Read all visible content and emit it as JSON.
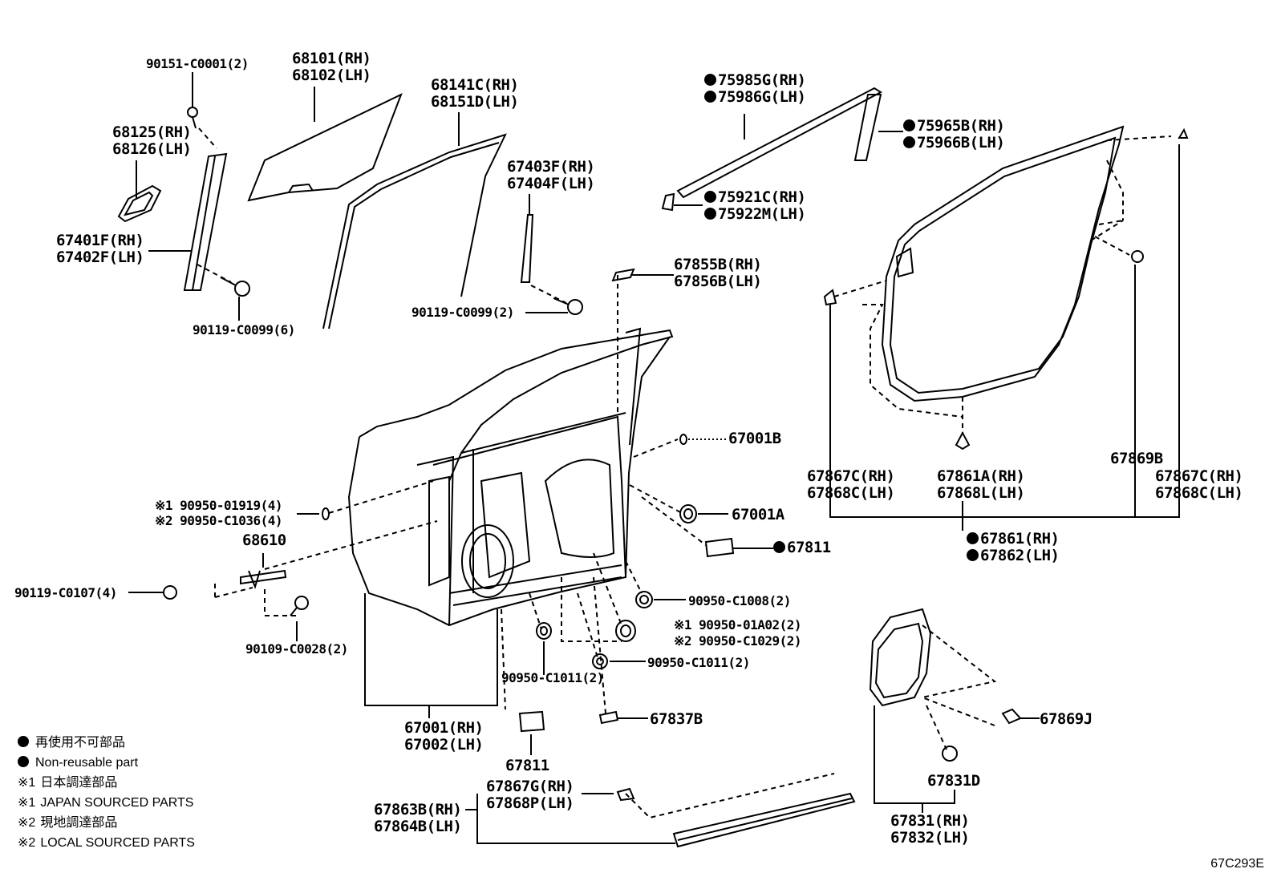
{
  "labels": {
    "p90151": "90151-C0001(2)",
    "p68101": "68101(RH)",
    "p68102": "68102(LH)",
    "p68141": "68141C(RH)",
    "p68151": "68151D(LH)",
    "p68125": "68125(RH)",
    "p68126": "68126(LH)",
    "p67401": "67401F(RH)",
    "p67402": "67402F(LH)",
    "p90119_6": "90119-C0099(6)",
    "p67403": "67403F(RH)",
    "p67404": "67404F(LH)",
    "p90119_2": "90119-C0099(2)",
    "p75985": "75985G(RH)",
    "p75986": "75986G(LH)",
    "p75965": "75965B(RH)",
    "p75966": "75966B(LH)",
    "p75921": "75921C(RH)",
    "p75922": "75922M(LH)",
    "p67855": "67855B(RH)",
    "p67856": "67856B(LH)",
    "p67001b": "67001B",
    "p67001a": "67001A",
    "p67811a": "67811",
    "p90950_01919": "※1 90950-01919(4)",
    "p90950_c1036": "※2 90950-C1036(4)",
    "p68610": "68610",
    "p90119_c0107": "90119-C0107(4)",
    "p90109": "90109-C0028(2)",
    "p90950_c1008": "90950-C1008(2)",
    "p90950_01a02": "※1 90950-01A02(2)",
    "p90950_c1029": "※2 90950-C1029(2)",
    "p90950_c1011a": "90950-C1011(2)",
    "p90950_c1011b": "90950-C1011(2)",
    "p67837": "67837B",
    "p67001": "67001(RH)",
    "p67002": "67002(LH)",
    "p67811b": "67811",
    "p67867g": "67867G(RH)",
    "p67868p": "67868P(LH)",
    "p67863": "67863B(RH)",
    "p67864": "67864B(LH)",
    "p67867c_l": "67867C(RH)",
    "p67868c_l": "67868C(LH)",
    "p67861a": "67861A(RH)",
    "p67868l": "67868L(LH)",
    "p67869b": "67869B",
    "p67867c_r": "67867C(RH)",
    "p67868c_r": "67868C(LH)",
    "p67861": "67861(RH)",
    "p67862": "67862(LH)",
    "p67869j": "67869J",
    "p67831d": "67831D",
    "p67831": "67831(RH)",
    "p67832": "67832(LH)"
  },
  "legend": {
    "l1": "再使用不可部品",
    "l2": "Non-reusable part",
    "l3_mark": "※1",
    "l3": "日本調達部品",
    "l4_mark": "※1",
    "l4": "JAPAN SOURCED PARTS",
    "l5_mark": "※2",
    "l5": "現地調達部品",
    "l6_mark": "※2",
    "l6": "LOCAL SOURCED PARTS"
  },
  "diagram_code": "67C293E"
}
